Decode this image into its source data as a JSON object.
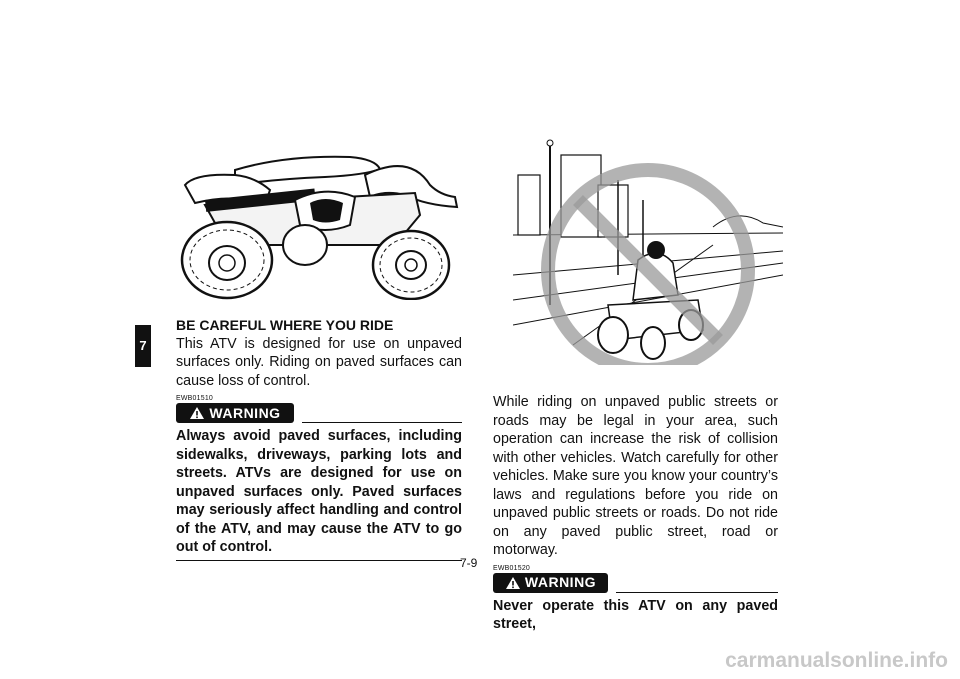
{
  "chapter_tab": "7",
  "left": {
    "heading": "BE CAREFUL WHERE YOU RIDE",
    "body": "This ATV is designed for use on unpaved surfaces only. Riding on paved surfaces can cause loss of control.",
    "warning_code": "EWB01510",
    "warning_label": "WARNING",
    "warning_text": "Always avoid paved surfaces, including sidewalks, driveways, parking lots and streets. ATVs are designed for use on unpaved surfaces only. Paved surfaces may seriously affect handling and control of the ATV, and may cause the ATV to go out of control."
  },
  "right": {
    "body": "While riding on unpaved public streets or roads may be legal in your area, such operation can increase the risk of collision with other vehicles. Watch carefully for other vehicles. Make sure you know your country’s laws and regulations before you ride on unpaved public streets or roads. Do not ride on any paved public street, road or motorway.",
    "warning_code": "EWB01520",
    "warning_label": "WARNING",
    "warning_text": "Never operate this ATV on any paved street,"
  },
  "page_number": "7-9",
  "watermark": "carmanualsonline.info"
}
